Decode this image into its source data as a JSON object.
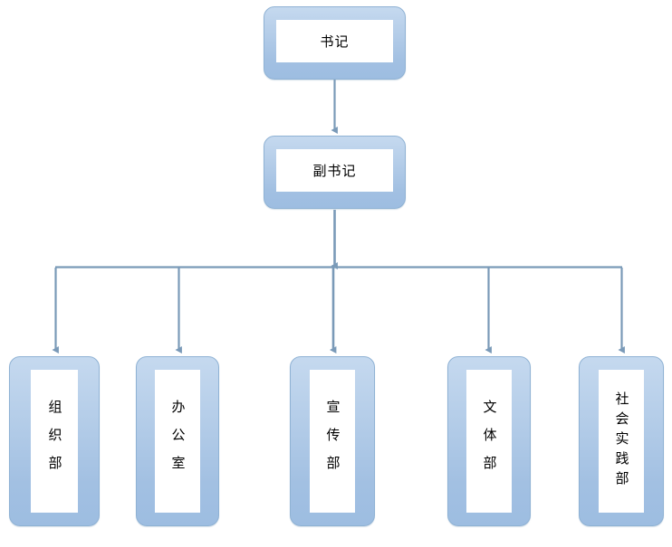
{
  "diagram": {
    "type": "organization-chart",
    "title": "",
    "colors": {
      "node_fill_top": "#C5D9EF",
      "node_fill_bottom": "#9DBDE1",
      "node_border": "#8FB2D4",
      "node_inner_fill": "#FFFFFF",
      "connector": "#7A9AB8",
      "text": "#000000",
      "background": "#FFFFFF"
    },
    "levels": [
      {
        "level": 1,
        "orientation": "horizontal",
        "nodes": [
          {
            "id": "secretary",
            "label": "书记"
          }
        ]
      },
      {
        "level": 2,
        "orientation": "horizontal",
        "nodes": [
          {
            "id": "deputy-secretary",
            "label": "副书记"
          }
        ]
      },
      {
        "level": 3,
        "orientation": "vertical",
        "nodes": [
          {
            "id": "dept-0",
            "label": "组织部"
          },
          {
            "id": "dept-1",
            "label": "办公室"
          },
          {
            "id": "dept-2",
            "label": "宣传部"
          },
          {
            "id": "dept-3",
            "label": "文体部"
          },
          {
            "id": "dept-4",
            "label": "社会实践部"
          }
        ]
      }
    ],
    "connectors": [
      {
        "from": "secretary",
        "to": "deputy-secretary",
        "style": "straight-arrow"
      },
      {
        "from": "deputy-secretary",
        "to": "dept-0",
        "style": "elbow-arrow"
      },
      {
        "from": "deputy-secretary",
        "to": "dept-1",
        "style": "elbow-arrow"
      },
      {
        "from": "deputy-secretary",
        "to": "dept-2",
        "style": "elbow-arrow"
      },
      {
        "from": "deputy-secretary",
        "to": "dept-3",
        "style": "elbow-arrow"
      },
      {
        "from": "deputy-secretary",
        "to": "dept-4",
        "style": "elbow-arrow"
      }
    ]
  }
}
